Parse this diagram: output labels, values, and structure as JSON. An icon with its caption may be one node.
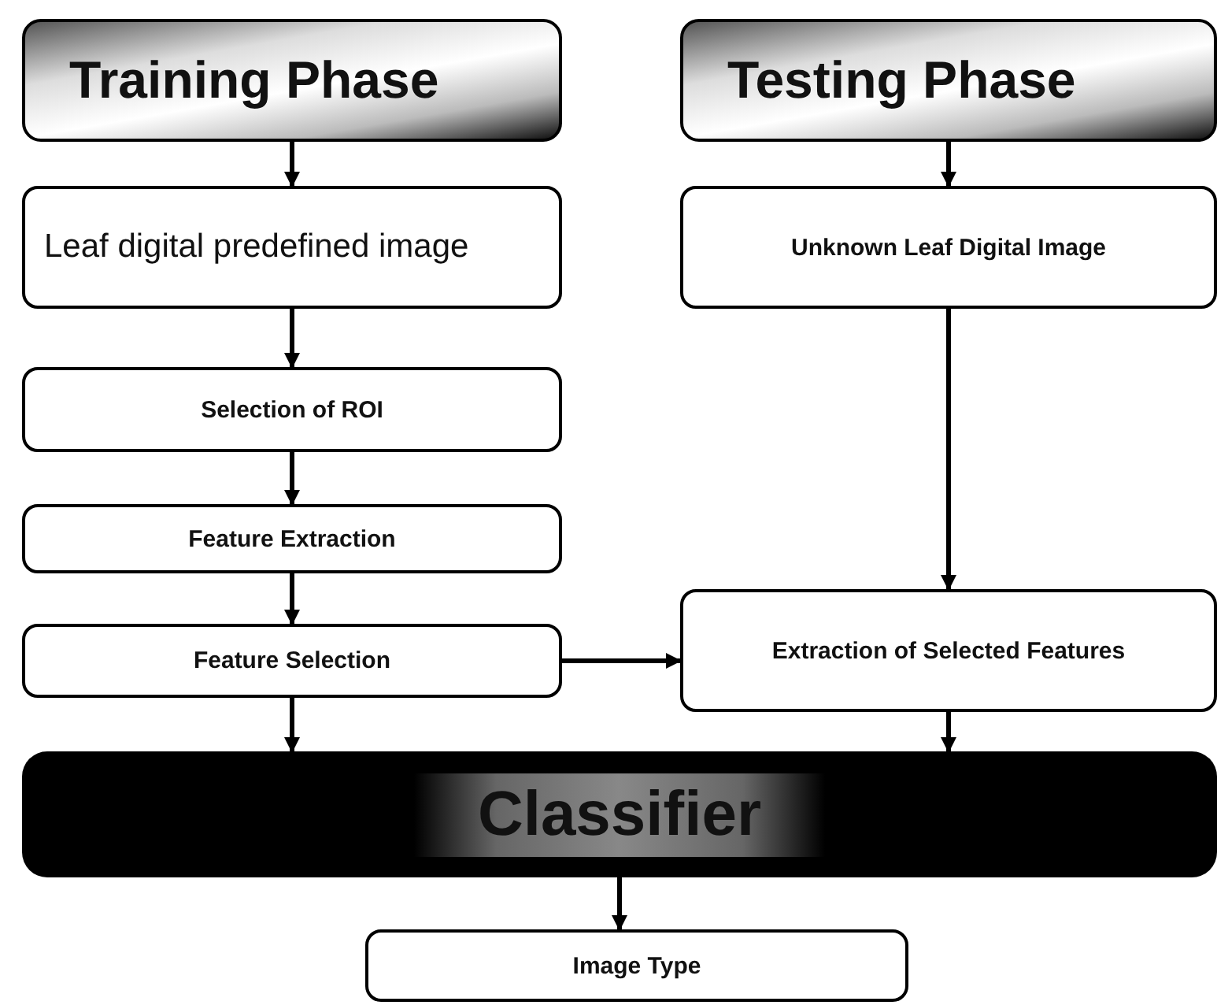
{
  "diagram": {
    "nodes": [
      {
        "text": [
          "Training Phase"
        ]
      },
      {
        "text": [
          "Testing Phase"
        ]
      },
      {
        "text": [
          "Leaf digital predefined image"
        ]
      },
      {
        "text": [
          "Unknown Leaf Digital Image"
        ]
      },
      {
        "text": [
          "Selection of ROI"
        ]
      },
      {
        "text": [
          "Feature Extraction"
        ]
      },
      {
        "text": [
          "Feature Selection"
        ]
      },
      {
        "text": [
          "Extraction of Selected Features"
        ]
      },
      {
        "text": [
          "Classifier"
        ]
      },
      {
        "text": [
          "Image Type"
        ]
      }
    ],
    "edges": [
      {
        "from": 0,
        "to": 2,
        "arrow": "to"
      },
      {
        "from": 2,
        "to": 4,
        "arrow": "to"
      },
      {
        "from": 4,
        "to": 5,
        "arrow": "to"
      },
      {
        "from": 5,
        "to": 6,
        "arrow": "to"
      },
      {
        "from": 6,
        "to": 8,
        "arrow": "to"
      },
      {
        "from": 1,
        "to": 3,
        "arrow": "to"
      },
      {
        "from": 3,
        "to": 7,
        "arrow": "to"
      },
      {
        "from": 6,
        "to": 7,
        "arrow": "to"
      },
      {
        "from": 7,
        "to": 8,
        "arrow": "to"
      },
      {
        "from": 8,
        "to": 9,
        "arrow": "to"
      }
    ]
  }
}
